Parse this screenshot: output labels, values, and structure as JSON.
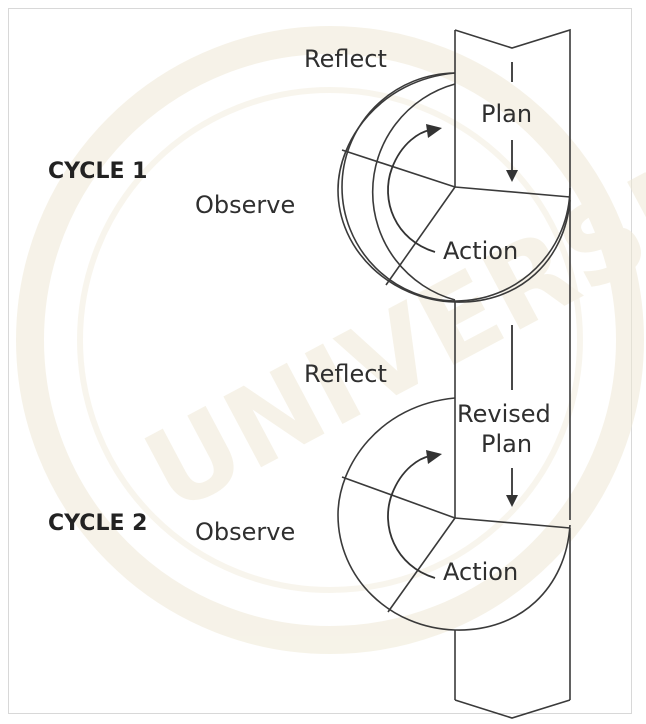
{
  "cycles": [
    {
      "label": "CYCLE 1",
      "stages": {
        "plan": "Plan",
        "action": "Action",
        "observe": "Observe",
        "reflect": "Reflect"
      }
    },
    {
      "label": "CYCLE 2",
      "stages": {
        "plan_line1": "Revised",
        "plan_line2": "Plan",
        "action": "Action",
        "observe": "Observe",
        "reflect": "Reflect"
      }
    }
  ],
  "watermark": {
    "text": "UNIVERSITAS",
    "color": "#efe9d6"
  },
  "colors": {
    "line": "#3a3a3a",
    "text": "#2f2f2f"
  }
}
